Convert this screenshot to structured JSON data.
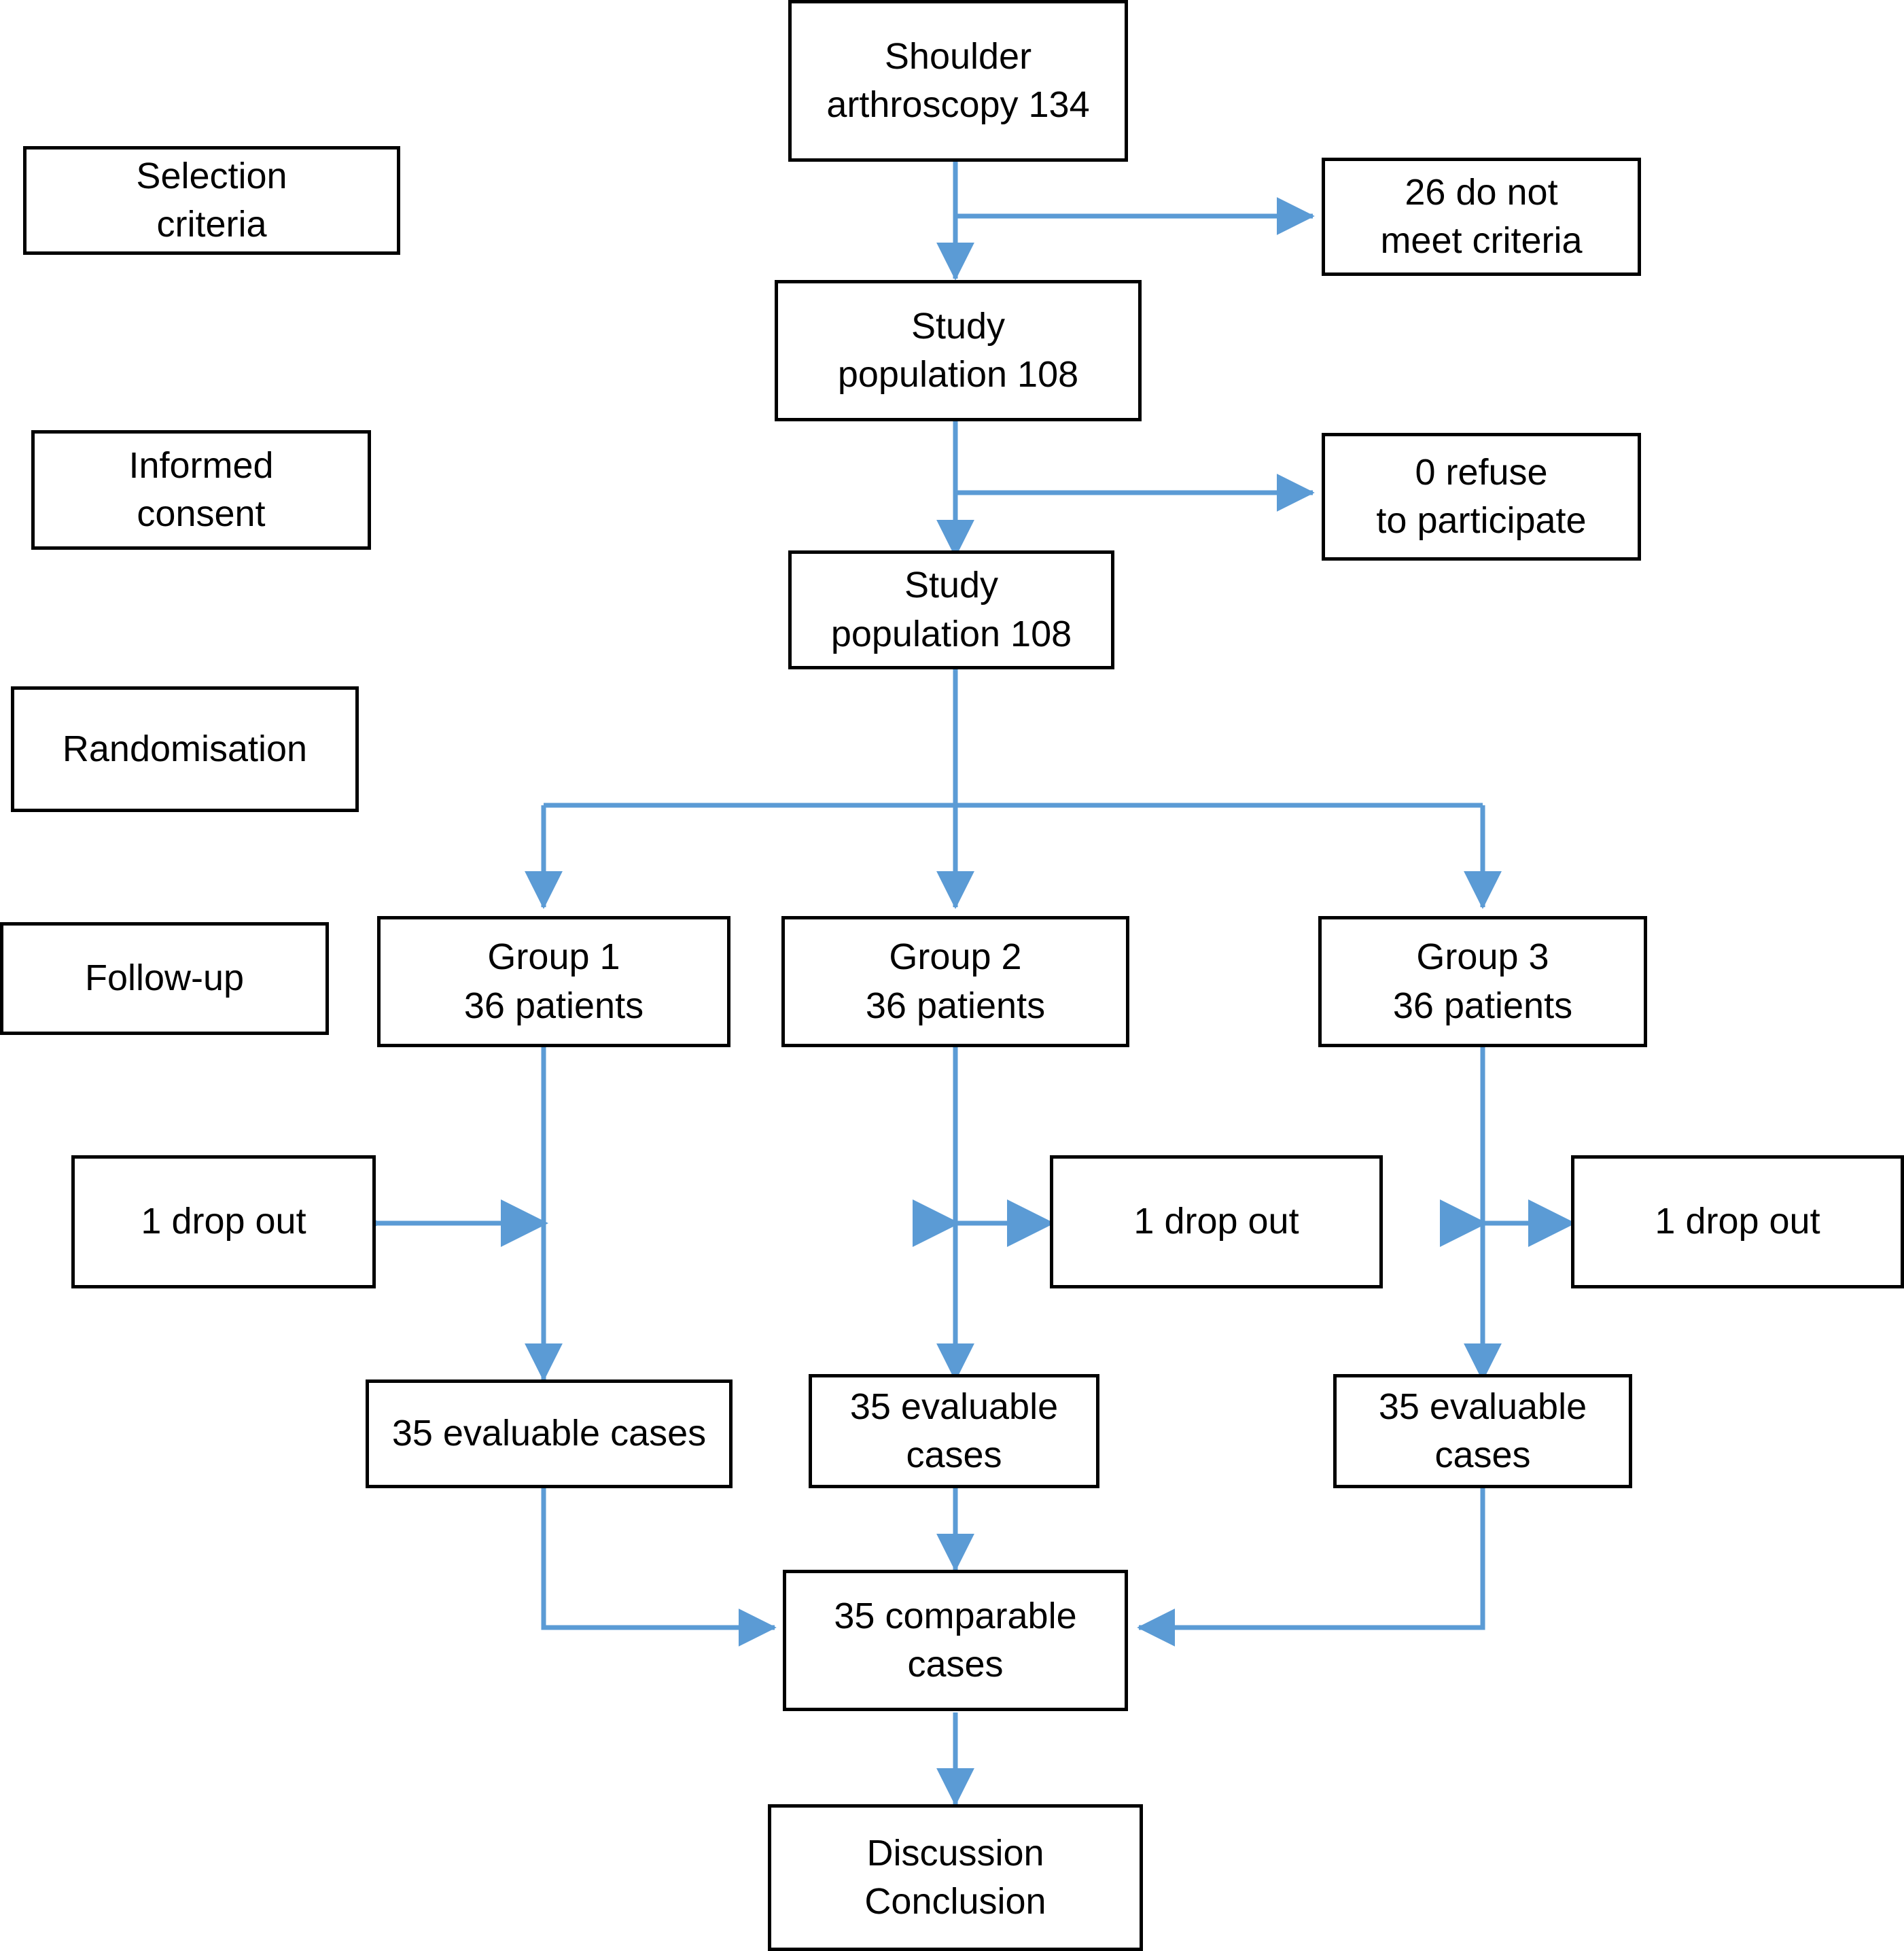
{
  "diagram": {
    "title": "Shoulder arthroscopy study CONSORT flow diagram",
    "accent_color": "#5B9BD5",
    "box_border_color": "#000000",
    "background_color": "#FFFFFF",
    "stage_labels": [
      {
        "id": "selection-criteria",
        "text": "Selection\ncriteria"
      },
      {
        "id": "informed-consent",
        "text": "Informed\nconsent"
      },
      {
        "id": "randomisation",
        "text": "Randomisation"
      },
      {
        "id": "follow-up",
        "text": "Follow-up"
      }
    ],
    "nodes": [
      {
        "id": "shoulder-arthroscopy",
        "text": "Shoulder\narthroscopy 134"
      },
      {
        "id": "do-not-meet-criteria",
        "text": "26 do not\nmeet criteria"
      },
      {
        "id": "study-population-1",
        "text": "Study\npopulation 108"
      },
      {
        "id": "refuse-to-participate",
        "text": "0 refuse\nto participate"
      },
      {
        "id": "study-population-2",
        "text": "Study\npopulation 108"
      },
      {
        "id": "group-1",
        "text": "Group 1\n36 patients"
      },
      {
        "id": "group-2",
        "text": "Group 2\n36 patients"
      },
      {
        "id": "group-3",
        "text": "Group 3\n36 patients"
      },
      {
        "id": "drop-out-1",
        "text": "1 drop out"
      },
      {
        "id": "drop-out-2",
        "text": "1 drop out"
      },
      {
        "id": "drop-out-3",
        "text": "1 drop out"
      },
      {
        "id": "evaluable-1",
        "text": "35 evaluable cases"
      },
      {
        "id": "evaluable-2",
        "text": "35 evaluable\ncases"
      },
      {
        "id": "evaluable-3",
        "text": "35 evaluable\ncases"
      },
      {
        "id": "comparable-cases",
        "text": "35 comparable\ncases"
      },
      {
        "id": "discussion-conclusion",
        "text": "Discussion\nConclusion"
      }
    ],
    "flow": {
      "enrolled_total": 134,
      "excluded_not_meeting_criteria": 26,
      "study_population": 108,
      "refused": 0,
      "randomised_per_group": 36,
      "drop_outs_per_group": 1,
      "evaluable_per_group": 35,
      "comparable_cases": 35,
      "group_count": 3
    }
  }
}
